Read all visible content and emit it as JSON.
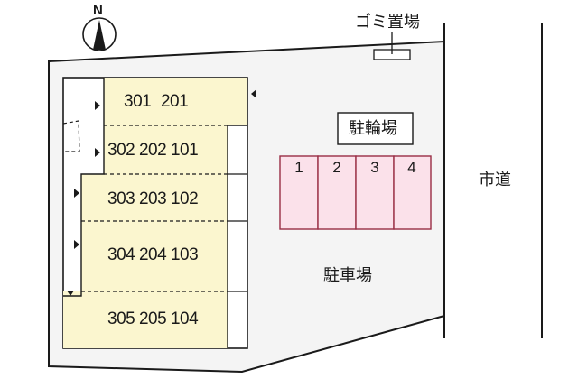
{
  "compass": {
    "label": "N"
  },
  "building": {
    "rows": [
      {
        "units": "301    201",
        "stairs": "right"
      },
      {
        "units": "302 202  101"
      },
      {
        "units": "303 203  102"
      },
      {
        "units": "304 204  103"
      },
      {
        "units": "305 205  104"
      }
    ]
  },
  "labels": {
    "garbage": "ゴミ置場",
    "bicycle_parking": "駐輪場",
    "car_parking": "駐車場",
    "city_road": "市道"
  },
  "bicycle_slots": [
    "1",
    "2",
    "3",
    "4"
  ],
  "colors": {
    "lot_fill": "#f4f4f4",
    "unit_fill": "#fbf6cf",
    "bike_fill": "#fbe1ea",
    "bike_border": "#9a2e45",
    "line": "#1a1a1a"
  }
}
